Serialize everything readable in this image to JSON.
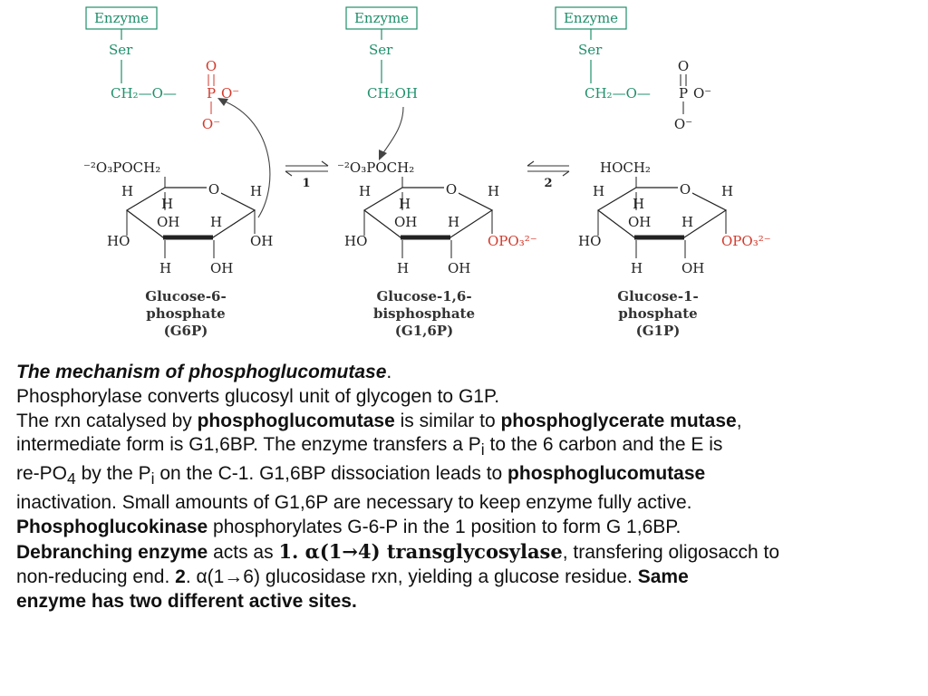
{
  "diagram": {
    "enzyme_label": "Enzyme",
    "ser_label": "Ser",
    "o_atom": "O",
    "o_minus": "O⁻",
    "p_atom": "P",
    "ch2_o": "CH₂—O—",
    "ch2oh": "CH₂OH",
    "o3poch2": "⁻²O₃POCH₂",
    "hoch2": "HOCH₂",
    "h": "H",
    "oh": "OH",
    "ho": "HO",
    "opo3": "OPO₃²⁻",
    "step1": "1",
    "step2": "2",
    "compounds": [
      {
        "name_line1": "Glucose-6-",
        "name_line2": "phosphate",
        "abbr": "(G6P)"
      },
      {
        "name_line1": "Glucose-1,6-",
        "name_line2": "bisphosphate",
        "abbr": "(G1,6P)"
      },
      {
        "name_line1": "Glucose-1-",
        "name_line2": "phosphate",
        "abbr": "(G1P)"
      }
    ]
  },
  "text": {
    "title": "The mechanism of phosphoglucomutase",
    "title_period": ".",
    "l2": "Phosphorylase converts glucosyl unit of glycogen to G1P.",
    "l3a": "The rxn catalysed by ",
    "l3b": "phosphoglucomutase",
    "l3c": " is similar to ",
    "l3d": "phosphoglycerate mutase",
    "l3e": ",",
    "l4a": "intermediate form is G1,6BP.  The enzyme transfers a P",
    "l4sub": "i",
    "l4b": " to the 6 carbon and the E is",
    "l5a": "re-PO",
    "l5sub1": "4",
    "l5b": " by the P",
    "l5sub2": "i",
    "l5c": " on the C-1.  G1,6BP dissociation leads to ",
    "l5d": "phosphoglucomutase",
    "l6": "inactivation.  Small amounts of G1,6P are necessary to keep enzyme fully active.",
    "l7a": "Phosphoglucokinase",
    "l7b": " phosphorylates G-6-P in the 1 position to form G 1,6BP.",
    "l8a": "Debranching enzyme",
    "l8b": " acts as ",
    "l8c": "1. α(1→4) transglycosylase",
    "l8d": ", transfering oligosacch to",
    "l9a": "non-reducing end.  ",
    "l9b": "2",
    "l9c": ". α(1→6) glucosidase rxn, yielding a glucose residue. ",
    "l9d": "Same",
    "l10": "enzyme has two different active sites."
  }
}
